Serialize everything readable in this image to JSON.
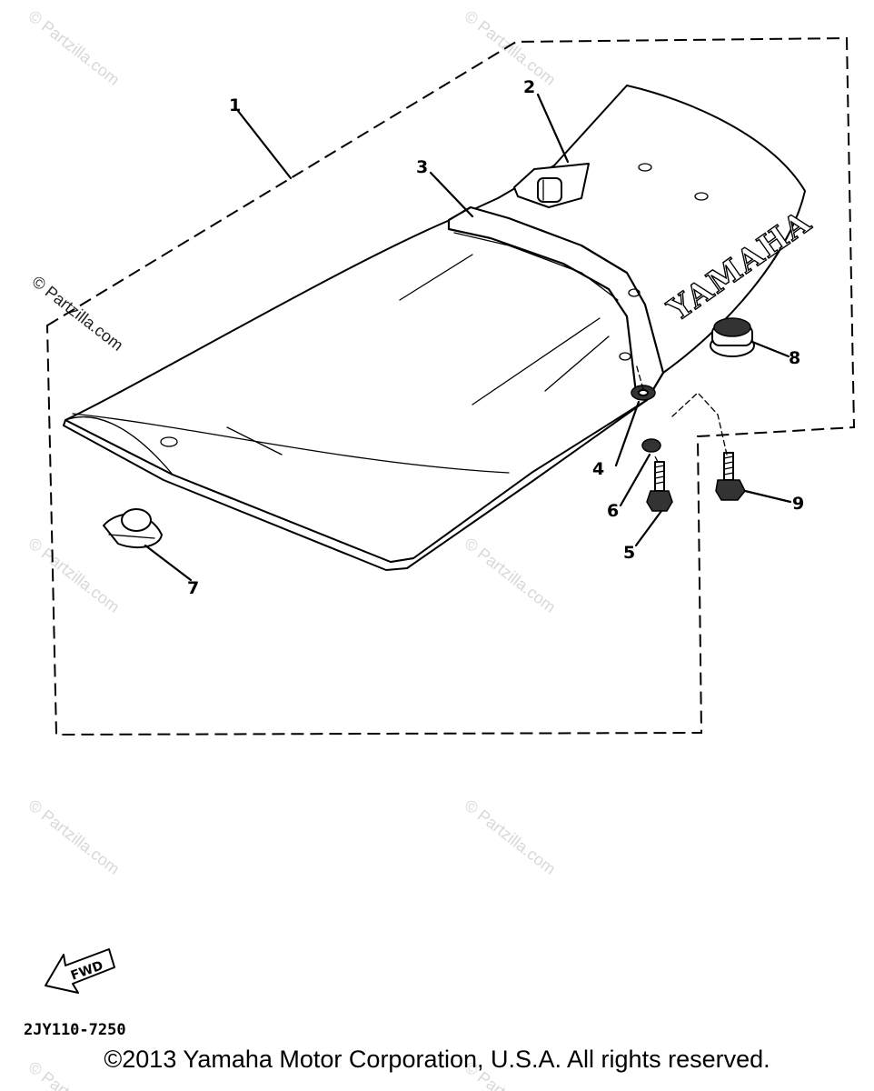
{
  "watermark": {
    "text": "© Partzilla.com"
  },
  "callouts": [
    "1",
    "2",
    "3",
    "4",
    "5",
    "6",
    "7",
    "8",
    "9"
  ],
  "seat_brand": "YAMAHA",
  "fwd_label": "FWD",
  "diagram_code": "2JY110-7250",
  "copyright": "©2013 Yamaha Motor Corporation, U.S.A. All rights reserved."
}
